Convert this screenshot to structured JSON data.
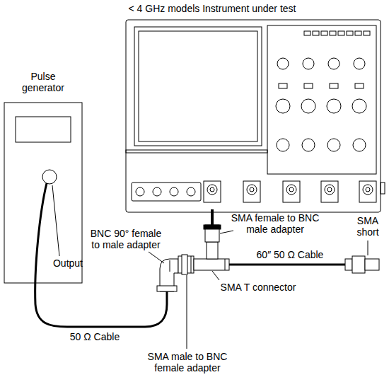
{
  "diagram": {
    "labels": [
      "< 4 GHz models Instrument under test",
      "Pulse generator",
      "Output",
      "BNC 90° female to male adapter",
      "SMA female to BNC male adapter",
      "60″ 50 Ω Cable",
      "SMA short",
      "SMA T connector",
      "50 Ω Cable",
      "SMA male to BNC female adapter"
    ]
  }
}
